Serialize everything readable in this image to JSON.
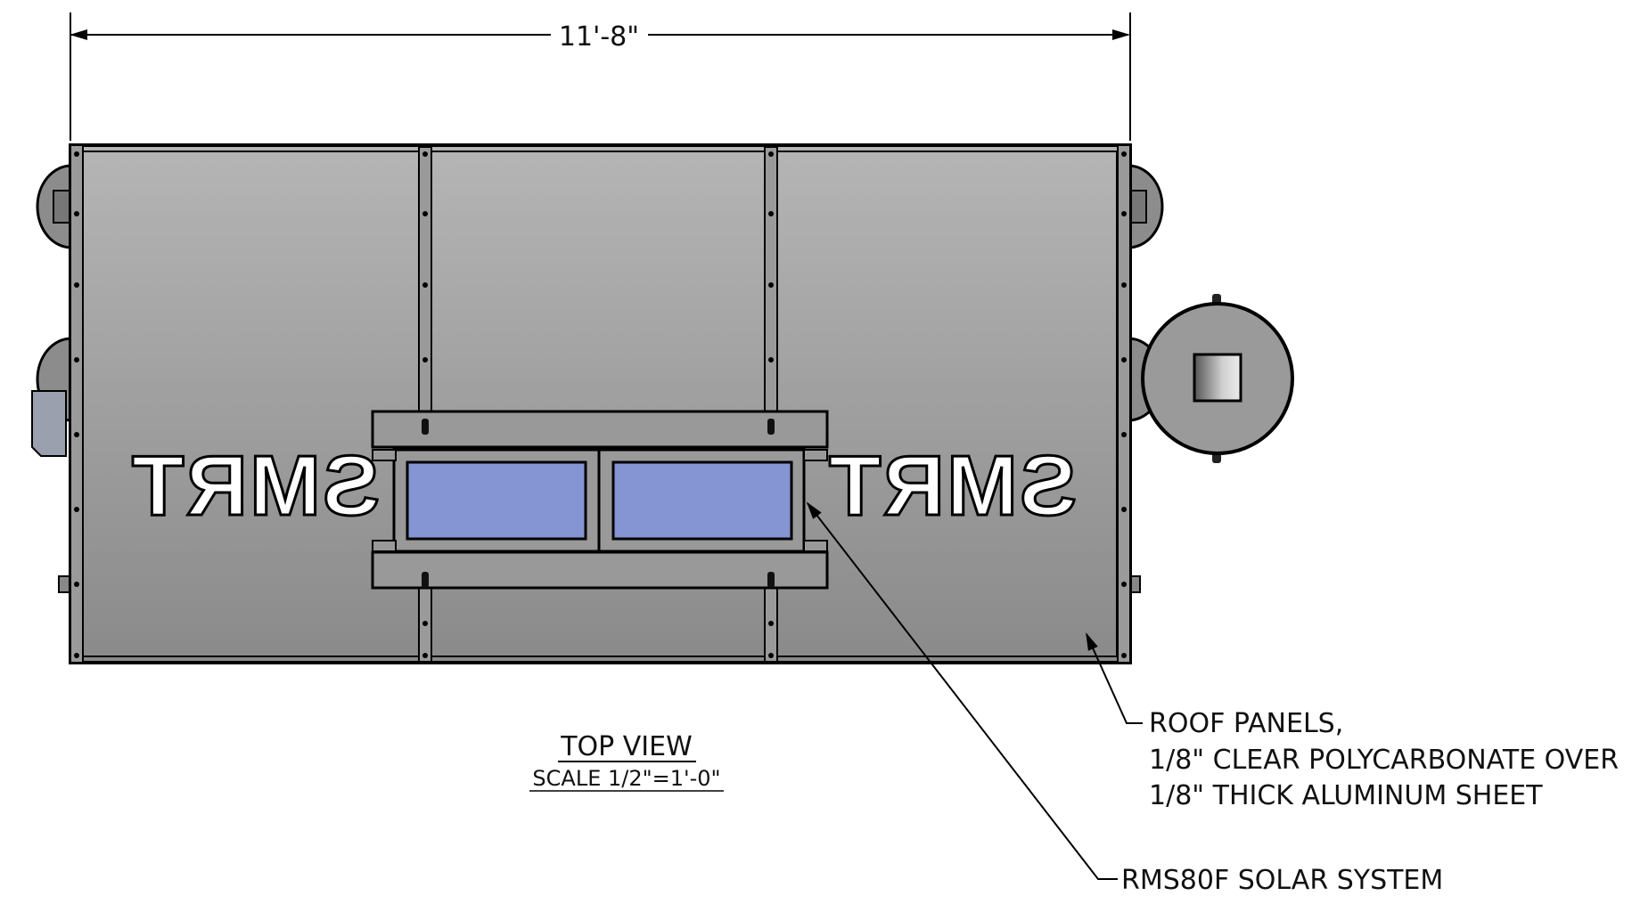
{
  "dimension": {
    "overall_length": "11'-8\""
  },
  "logo_text": "SMRT",
  "view": {
    "title": "TOP VIEW",
    "scale": "SCALE 1/2\"=1'-0\""
  },
  "callouts": {
    "roof_panels": [
      "ROOF PANELS,",
      "1/8\" CLEAR POLYCARBONATE OVER",
      "1/8\" THICK ALUMINUM SHEET"
    ],
    "solar_system": "RMS80F SOLAR SYSTEM"
  },
  "colors": {
    "panel_top": "#b3b3b3",
    "panel_bottom": "#8c8c8c",
    "solar_cell": "#8595d4",
    "frame": "#1a1a1a"
  }
}
